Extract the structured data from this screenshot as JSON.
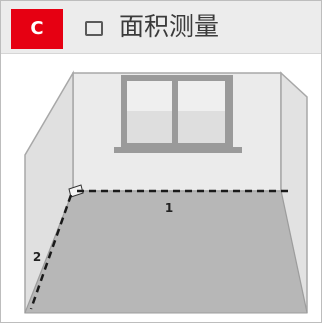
{
  "header": {
    "mode_letter": "C",
    "mode_color": "#e60012",
    "mode_icon": "area-square-icon",
    "title": "面积测量"
  },
  "diagram": {
    "measurement_labels": [
      "1",
      "2"
    ],
    "wall_color": "#e3e3e3",
    "floor_color": "#b5b5b5",
    "window_color": "#8a8a8a"
  }
}
